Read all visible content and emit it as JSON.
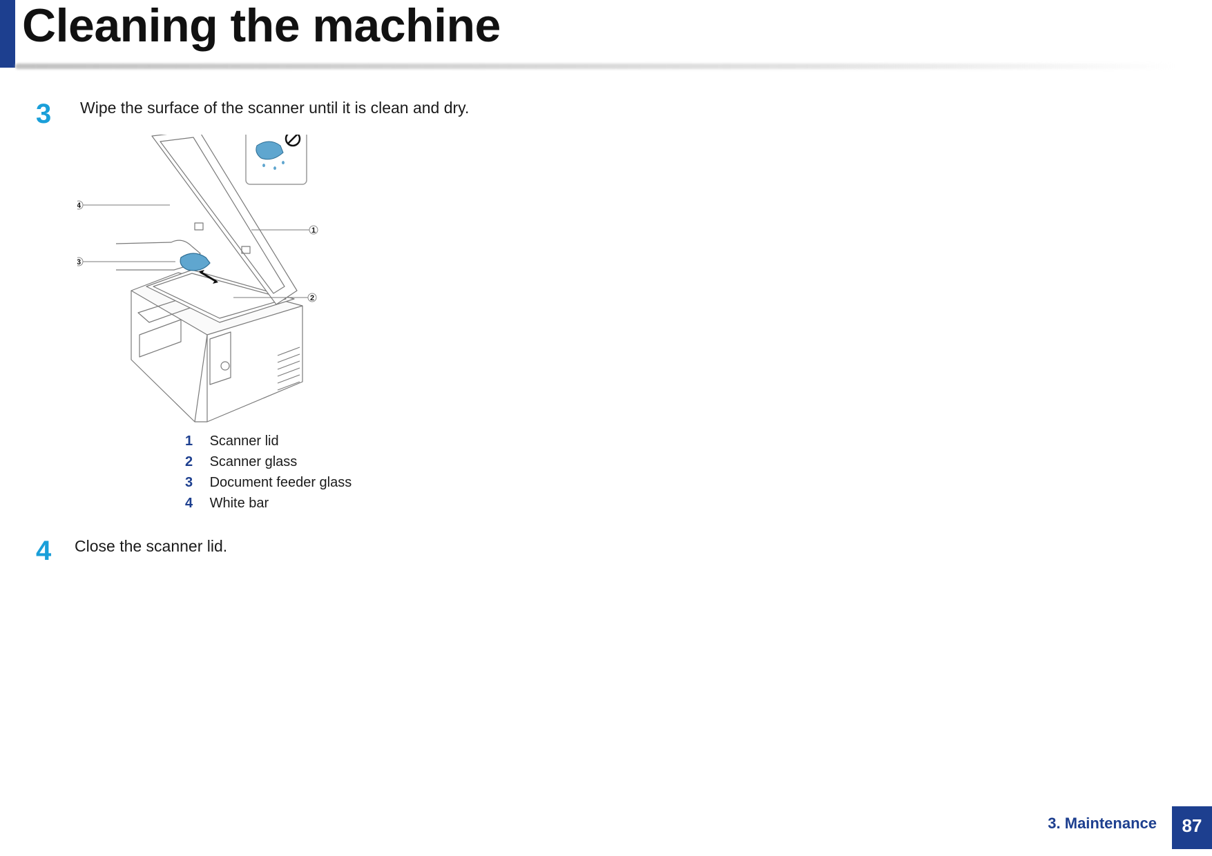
{
  "header": {
    "title": "Cleaning the machine"
  },
  "steps": [
    {
      "number": "3",
      "text": "Wipe the surface of the scanner until it is clean and dry."
    },
    {
      "number": "4",
      "text": "Close the scanner lid."
    }
  ],
  "figure": {
    "callouts": [
      "1",
      "2",
      "3",
      "4"
    ],
    "icons": [
      "no-wet-cloth-icon",
      "double-arrow-icon"
    ]
  },
  "legend": [
    {
      "num": "1",
      "label": "Scanner lid"
    },
    {
      "num": "2",
      "label": "Scanner glass"
    },
    {
      "num": "3",
      "label": "Document feeder glass"
    },
    {
      "num": "4",
      "label": "White bar"
    }
  ],
  "footer": {
    "section": "3.  Maintenance",
    "page": "87"
  },
  "colors": {
    "brand": "#1d3f8f",
    "step_accent": "#1a9fd9",
    "cloth": "#5fa6cf"
  }
}
